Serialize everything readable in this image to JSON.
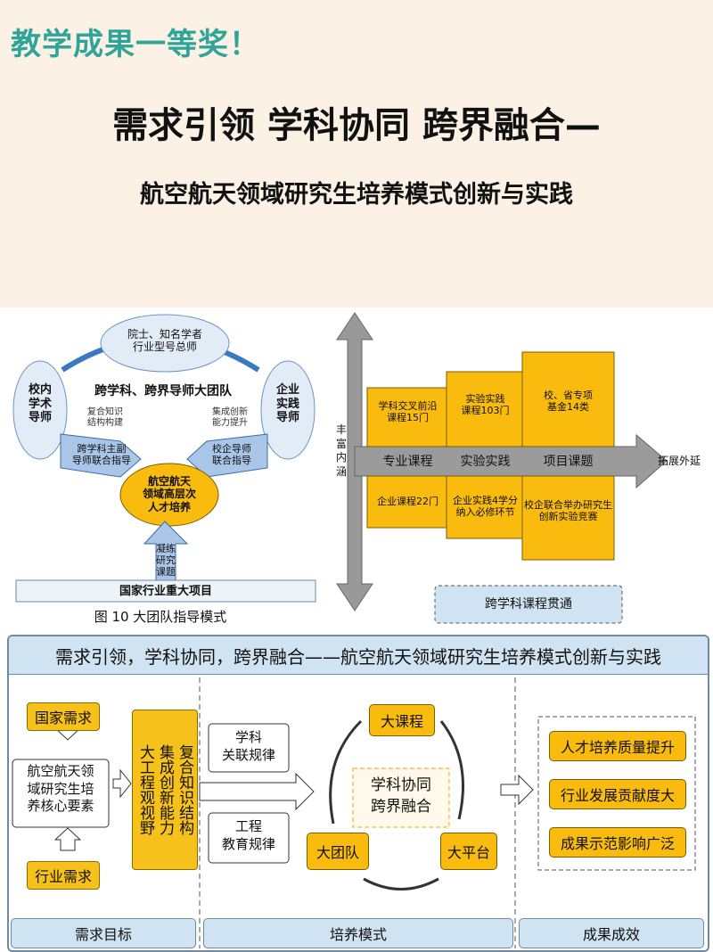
{
  "header": {
    "badge": "教学成果一等奖！",
    "title": "需求引领 学科协同 跨界融合—",
    "subtitle": "航空航天领域研究生培养模式创新与实践"
  },
  "mentor_diagram": {
    "top_bubble": [
      "院士、知名学者",
      "行业型号总师"
    ],
    "left_bubble": [
      "校内",
      "学术",
      "导师"
    ],
    "right_bubble": [
      "企业",
      "实践",
      "导师"
    ],
    "team_label": "跨学科、跨界导师大团队",
    "left_note": [
      "复合知识",
      "结构构建"
    ],
    "right_note": [
      "集成创新",
      "能力提升"
    ],
    "left_arrow": [
      "跨学科主副",
      "导师联合指导"
    ],
    "right_arrow": [
      "校企导师",
      "联合指导"
    ],
    "center": [
      "航空航天",
      "领域高层次",
      "人才培养"
    ],
    "up_arrow": [
      "凝练",
      "研究",
      "课题"
    ],
    "base": "国家行业重大项目",
    "caption": "图 10  大团队指导模式"
  },
  "course_diagram": {
    "vertical_label": "丰富内涵",
    "horizontal_label": "拓展外延",
    "top_boxes": [
      "学科交叉前沿\n课程15门",
      "实验实践\n课程103门",
      "校、省专项\n基金14类"
    ],
    "band": [
      "专业课程",
      "实验实践",
      "项目课题"
    ],
    "bottom_boxes": [
      "企业课程22门",
      "企业实践4学分\n纳入必修环节",
      "校企联合举办研究生\n创新实验竞赛"
    ],
    "bottom_banner": "跨学科课程贯通"
  },
  "framework": {
    "title": "需求引领，学科协同，跨界融合——航空航天领域研究生培养模式创新与实践",
    "national_need": "国家需求",
    "core_elements": "航空航天领\n域研究生培\n养核心要素",
    "industry_need": "行业需求",
    "vertical_text": "复合知识结构\n集成创新能力\n大工程观视野",
    "law1": "学科\n关联规律",
    "law2": "工程\n教育规律",
    "course": "大课程",
    "center": "学科协同\n跨界融合",
    "team": "大团队",
    "platform": "大平台",
    "results": [
      "人才培养质量提升",
      "行业发展贡献度大",
      "成果示范影响广泛"
    ],
    "footers": [
      "需求目标",
      "培养模式",
      "成果成效"
    ]
  },
  "colors": {
    "gold": "#f8bb0e",
    "teal": "#2fa59a",
    "light_blue": "#cfe3f3",
    "cream": "#fbf1e4"
  }
}
